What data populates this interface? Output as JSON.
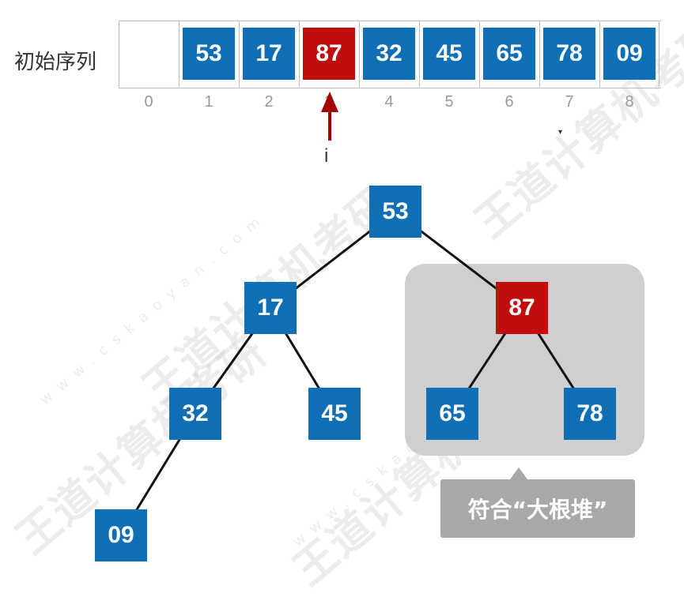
{
  "sequence_label": "初始序列",
  "array": {
    "indices": [
      "0",
      "1",
      "2",
      "3",
      "4",
      "5",
      "6",
      "7",
      "8"
    ],
    "values": [
      "",
      "53",
      "17",
      "87",
      "32",
      "45",
      "65",
      "78",
      "09"
    ],
    "highlight_index": 3
  },
  "pointer": {
    "label": "i",
    "color": "#a30000"
  },
  "tree": {
    "nodes": [
      "53",
      "17",
      "87",
      "32",
      "45",
      "65",
      "78",
      "09"
    ]
  },
  "callout": {
    "text": "符合“大根堆”"
  },
  "colors": {
    "node": "#0e6fb5",
    "node_highlight": "#c00d0d",
    "subtree_bg": "#cfcfcf",
    "callout_bg": "#a8a8a8"
  },
  "watermark": {
    "text": "王道计算机考研",
    "site": "www.cskaoyan.com"
  }
}
